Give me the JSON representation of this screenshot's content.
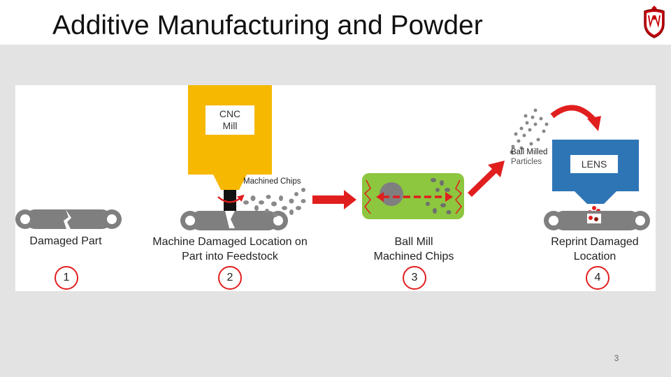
{
  "slide": {
    "title": "Additive Manufacturing and Powder",
    "page_number": "3",
    "logo_icon": "university-crest-icon"
  },
  "diagram": {
    "cnc_label_line1": "CNC",
    "cnc_label_line2": "Mill",
    "machined_chips_label": "Machined Chips",
    "ball_milled_line1": "Ball Milled",
    "ball_milled_line2": "Particles",
    "lens_label": "LENS",
    "steps": [
      {
        "number": "1",
        "line1": "Damaged Part",
        "line2": ""
      },
      {
        "number": "2",
        "line1": "Machine Damaged Location on",
        "line2": "Part into Feedstock"
      },
      {
        "number": "3",
        "line1": "Ball Mill",
        "line2": "Machined Chips"
      },
      {
        "number": "4",
        "line1": "Reprint Damaged",
        "line2": "Location"
      }
    ],
    "colors": {
      "cnc_yellow": "#f6b800",
      "ball_mill_green": "#8dc63f",
      "lens_blue": "#2e75b6",
      "arrow_red": "#e11e1e",
      "part_gray": "#7f7f7f",
      "background_gray": "#e3e3e3"
    }
  }
}
